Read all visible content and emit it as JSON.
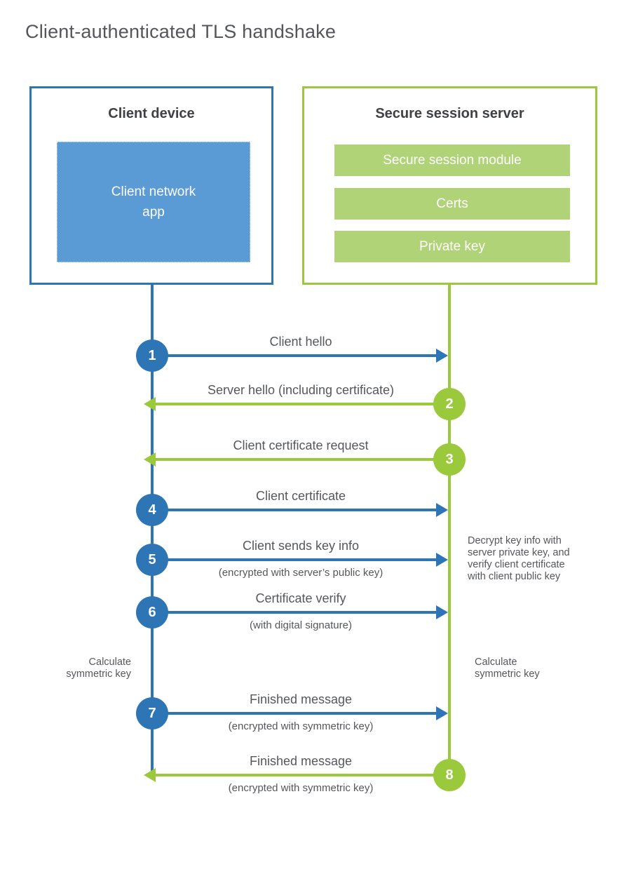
{
  "title": "Client-authenticated TLS handshake",
  "colors": {
    "blue": "#2E75B5",
    "blue_light": "#5B9BD5",
    "green": "#9ACA3B",
    "green_light": "#B0D377"
  },
  "client_box": {
    "title": "Client device",
    "app_label": "Client network\napp"
  },
  "server_box": {
    "title": "Secure session server",
    "modules": [
      "Secure session module",
      "Certs",
      "Private key"
    ]
  },
  "steps": [
    {
      "num": "1",
      "label": "Client hello",
      "sub": "",
      "direction": "right",
      "color": "blue"
    },
    {
      "num": "2",
      "label": "Server hello (including certificate)",
      "sub": "",
      "direction": "left",
      "color": "green"
    },
    {
      "num": "3",
      "label": "Client certificate request",
      "sub": "",
      "direction": "left",
      "color": "green"
    },
    {
      "num": "4",
      "label": "Client certificate",
      "sub": "",
      "direction": "right",
      "color": "blue"
    },
    {
      "num": "5",
      "label": "Client sends key info",
      "sub": "(encrypted with server’s public key)",
      "direction": "right",
      "color": "blue"
    },
    {
      "num": "6",
      "label": "Certificate verify",
      "sub": "(with digital signature)",
      "direction": "right",
      "color": "blue"
    },
    {
      "num": "7",
      "label": "Finished message",
      "sub": "(encrypted with symmetric key)",
      "direction": "right",
      "color": "blue"
    },
    {
      "num": "8",
      "label": "Finished message",
      "sub": "(encrypted with symmetric key)",
      "direction": "left",
      "color": "green"
    }
  ],
  "annotations": {
    "decrypt_lines": [
      "Decrypt key info with",
      "server private key, and",
      "verify client certificate",
      "with client public key"
    ],
    "calc_left_lines": [
      "Calculate",
      "symmetric key"
    ],
    "calc_right_lines": [
      "Calculate",
      "symmetric key"
    ]
  }
}
